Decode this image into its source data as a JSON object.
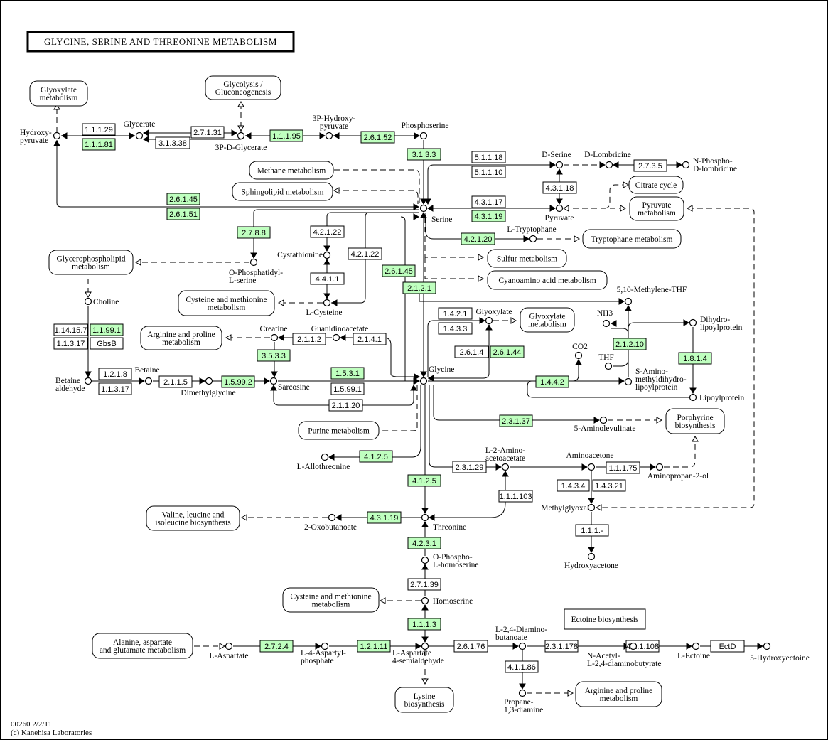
{
  "title": "GLYCINE, SERINE AND THREONINE METABOLISM",
  "colors": {
    "enzyme_found": "#bfffbf",
    "enzyme_default": "#ffffff",
    "line": "#000000"
  },
  "footer": {
    "map_id": "00260 2/2/11",
    "copyright": "(c) Kanehisa Laboratories"
  },
  "enzymes": [
    {
      "ec": "1.1.1.29",
      "found": false
    },
    {
      "ec": "1.1.1.81",
      "found": true
    },
    {
      "ec": "2.7.1.31",
      "found": false
    },
    {
      "ec": "3.1.3.38",
      "found": false
    },
    {
      "ec": "1.1.1.95",
      "found": true
    },
    {
      "ec": "2.6.1.52",
      "found": true
    },
    {
      "ec": "3.1.3.3",
      "found": true
    },
    {
      "ec": "5.1.1.18",
      "found": false
    },
    {
      "ec": "5.1.1.10",
      "found": false
    },
    {
      "ec": "4.3.1.18",
      "found": false
    },
    {
      "ec": "2.7.3.5",
      "found": false
    },
    {
      "ec": "4.3.1.17",
      "found": false
    },
    {
      "ec": "4.3.1.19",
      "found": true
    },
    {
      "ec": "2.6.1.45",
      "found": true
    },
    {
      "ec": "2.6.1.51",
      "found": true
    },
    {
      "ec": "2.7.8.8",
      "found": true
    },
    {
      "ec": "4.2.1.22",
      "found": false
    },
    {
      "ec": "4.2.1.22",
      "found": false
    },
    {
      "ec": "4.4.1.1",
      "found": false
    },
    {
      "ec": "4.2.1.20",
      "found": true
    },
    {
      "ec": "2.6.1.45",
      "found": true
    },
    {
      "ec": "2.1.2.1",
      "found": true
    },
    {
      "ec": "1.14.15.7",
      "found": false
    },
    {
      "ec": "1.1.99.1",
      "found": true
    },
    {
      "ec": "1.1.3.17",
      "found": false
    },
    {
      "ec": "GbsB",
      "found": false
    },
    {
      "ec": "2.1.1.2",
      "found": false
    },
    {
      "ec": "2.1.4.1",
      "found": false
    },
    {
      "ec": "3.5.3.3",
      "found": true
    },
    {
      "ec": "1.4.2.1",
      "found": false
    },
    {
      "ec": "1.4.3.3",
      "found": false
    },
    {
      "ec": "2.6.1.4",
      "found": false
    },
    {
      "ec": "2.6.1.44",
      "found": true
    },
    {
      "ec": "1.2.1.8",
      "found": false
    },
    {
      "ec": "1.1.3.17",
      "found": false
    },
    {
      "ec": "2.1.1.5",
      "found": false
    },
    {
      "ec": "1.5.99.2",
      "found": true
    },
    {
      "ec": "1.5.3.1",
      "found": true
    },
    {
      "ec": "1.5.99.1",
      "found": false
    },
    {
      "ec": "2.1.1.20",
      "found": false
    },
    {
      "ec": "1.4.4.2",
      "found": true
    },
    {
      "ec": "2.1.2.10",
      "found": true
    },
    {
      "ec": "1.8.1.4",
      "found": true
    },
    {
      "ec": "2.3.1.37",
      "found": true
    },
    {
      "ec": "4.1.2.5",
      "found": true
    },
    {
      "ec": "4.1.2.5",
      "found": true
    },
    {
      "ec": "2.3.1.29",
      "found": false
    },
    {
      "ec": "1.1.1.103",
      "found": false
    },
    {
      "ec": "1.1.1.75",
      "found": false
    },
    {
      "ec": "1.4.3.4",
      "found": false
    },
    {
      "ec": "1.4.3.21",
      "found": false
    },
    {
      "ec": "1.1.1.-",
      "found": false
    },
    {
      "ec": "4.3.1.19",
      "found": true
    },
    {
      "ec": "4.2.3.1",
      "found": true
    },
    {
      "ec": "2.7.1.39",
      "found": false
    },
    {
      "ec": "1.1.1.3",
      "found": true
    },
    {
      "ec": "2.7.2.4",
      "found": true
    },
    {
      "ec": "1.2.1.11",
      "found": true
    },
    {
      "ec": "2.6.1.76",
      "found": false
    },
    {
      "ec": "4.1.1.86",
      "found": false
    },
    {
      "ec": "2.3.1.178",
      "found": false
    },
    {
      "ec": "4.2.1.108",
      "found": false
    },
    {
      "ec": "EctD",
      "found": false
    }
  ],
  "compounds": [
    {
      "name": "Hydroxy-pyruvate",
      "lines": [
        "Hydroxy-",
        "pyruvate"
      ]
    },
    {
      "name": "Glycerate",
      "lines": [
        "Glycerate"
      ]
    },
    {
      "name": "3P-D-Glycerate",
      "lines": [
        "3P-D-Glycerate"
      ]
    },
    {
      "name": "3P-Hydroxy-pyruvate",
      "lines": [
        "3P-Hydroxy-",
        "pyruvate"
      ]
    },
    {
      "name": "Phosphoserine",
      "lines": [
        "Phosphoserine"
      ]
    },
    {
      "name": "D-Serine",
      "lines": [
        "D-Serine"
      ]
    },
    {
      "name": "D-Lombricine",
      "lines": [
        "D-Lombricine"
      ]
    },
    {
      "name": "N-Phospho-D-lombricine",
      "lines": [
        "N-Phospho-",
        "D-lombricine"
      ]
    },
    {
      "name": "Serine",
      "lines": [
        "Serine"
      ]
    },
    {
      "name": "Pyruvate",
      "lines": [
        "Pyruvate"
      ]
    },
    {
      "name": "L-Tryptophane",
      "lines": [
        "L-Tryptophane"
      ]
    },
    {
      "name": "O-Phosphatidyl-L-serine",
      "lines": [
        "O-Phosphatidyl-",
        "L-serine"
      ]
    },
    {
      "name": "Cystathionine",
      "lines": [
        "Cystathionine"
      ]
    },
    {
      "name": "L-Cysteine",
      "lines": [
        "L-Cysteine"
      ]
    },
    {
      "name": "Choline",
      "lines": [
        "Choline"
      ]
    },
    {
      "name": "Creatine",
      "lines": [
        "Creatine"
      ]
    },
    {
      "name": "Guanidinoacetate",
      "lines": [
        "Guanidinoacetate"
      ]
    },
    {
      "name": "Glyoxylate",
      "lines": [
        "Glyoxylate"
      ]
    },
    {
      "name": "5,10-Methylene-THF",
      "lines": [
        "5,10-Methylene-THF"
      ]
    },
    {
      "name": "NH3",
      "lines": [
        "NH3"
      ]
    },
    {
      "name": "Dihydro-lipoylprotein",
      "lines": [
        "Dihydro-",
        "lipoylprotein"
      ]
    },
    {
      "name": "CO2",
      "lines": [
        "CO2"
      ]
    },
    {
      "name": "THF",
      "lines": [
        "THF"
      ]
    },
    {
      "name": "S-Aminomethyldihydrolipoylprotein",
      "lines": [
        "S-Amino-",
        "methyldihydro-",
        "lipoylprotein"
      ]
    },
    {
      "name": "Lipoylprotein",
      "lines": [
        "Lipoylprotein"
      ]
    },
    {
      "name": "Betaine aldehyde",
      "lines": [
        "Betaine",
        "aldehyde"
      ]
    },
    {
      "name": "Betaine",
      "lines": [
        "Betaine"
      ]
    },
    {
      "name": "Dimethylglycine",
      "lines": [
        "Dimethylglycine"
      ]
    },
    {
      "name": "Sarcosine",
      "lines": [
        "Sarcosine"
      ]
    },
    {
      "name": "Glycine",
      "lines": [
        "Glycine"
      ]
    },
    {
      "name": "5-Aminolevulinate",
      "lines": [
        "5-Aminolevulinate"
      ]
    },
    {
      "name": "L-Allothreonine",
      "lines": [
        "L-Allothreonine"
      ]
    },
    {
      "name": "L-2-Amino-acetoacetate",
      "lines": [
        "L-2-Amino-",
        "acetoacetate"
      ]
    },
    {
      "name": "Aminoacetone",
      "lines": [
        "Aminoacetone"
      ]
    },
    {
      "name": "Aminopropan-2-ol",
      "lines": [
        "Aminopropan-2-ol"
      ]
    },
    {
      "name": "Methylglyoxal",
      "lines": [
        "Methylglyoxal"
      ]
    },
    {
      "name": "Hydroxyacetone",
      "lines": [
        "Hydroxyacetone"
      ]
    },
    {
      "name": "2-Oxobutanoate",
      "lines": [
        "2-Oxobutanoate"
      ]
    },
    {
      "name": "Threonine",
      "lines": [
        "Threonine"
      ]
    },
    {
      "name": "O-Phospho-L-homoserine",
      "lines": [
        "O-Phospho-",
        "L-homoserine"
      ]
    },
    {
      "name": "Homoserine",
      "lines": [
        "Homoserine"
      ]
    },
    {
      "name": "L-Aspartate",
      "lines": [
        "L-Aspartate"
      ]
    },
    {
      "name": "L-4-Aspartyl-phosphate",
      "lines": [
        "L-4-Aspartyl-",
        "phosphate"
      ]
    },
    {
      "name": "L-Aspartate 4-semialdehyde",
      "lines": [
        "L-Aspartate",
        "4-semialdehyde"
      ]
    },
    {
      "name": "L-2,4-Diamino-butanoate",
      "lines": [
        "L-2,4-Diamino-",
        "butanoate"
      ]
    },
    {
      "name": "N-Acetyl-L-2,4-diaminobutyrate",
      "lines": [
        "N-Acetyl-",
        "L-2,4-diaminobutyrate"
      ]
    },
    {
      "name": "L-Ectoine",
      "lines": [
        "L-Ectoine"
      ]
    },
    {
      "name": "5-Hydroxyectoine",
      "lines": [
        "5-Hydroxyectoine"
      ]
    },
    {
      "name": "Propane-1,3-diamine",
      "lines": [
        "Propane-",
        "1,3-diamine"
      ]
    }
  ],
  "pathway_maps": [
    {
      "name": "Glyoxylate metabolism",
      "lines": [
        "Glyoxylate",
        "metabolism"
      ]
    },
    {
      "name": "Glycolysis / Gluconeogenesis",
      "lines": [
        "Glycolysis /",
        "Gluconeogenesis"
      ]
    },
    {
      "name": "Methane metabolism",
      "lines": [
        "Methane metabolism"
      ]
    },
    {
      "name": "Sphingolipid metabolism",
      "lines": [
        "Sphingolipid metabolism"
      ]
    },
    {
      "name": "Citrate cycle",
      "lines": [
        "Citrate cycle"
      ]
    },
    {
      "name": "Pyruvate metabolism",
      "lines": [
        "Pyruvate",
        "metabolism"
      ]
    },
    {
      "name": "Tryptophane metabolism",
      "lines": [
        "Tryptophane metabolism"
      ]
    },
    {
      "name": "Glycerophospholipid metabolism",
      "lines": [
        "Glycerophospholipid",
        "metabolism"
      ]
    },
    {
      "name": "Sulfur metabolism",
      "lines": [
        "Sulfur metabolism"
      ]
    },
    {
      "name": "Cyanoamino acid metabolism",
      "lines": [
        "Cyanoamino acid metabolism"
      ]
    },
    {
      "name": "Cysteine and methionine metabolism",
      "lines": [
        "Cysteine and methionine",
        "metabolism"
      ]
    },
    {
      "name": "Arginine and proline metabolism",
      "lines": [
        "Arginine and proline",
        "metabolism"
      ]
    },
    {
      "name": "Glyoxylate metabolism",
      "lines": [
        "Glyoxylate",
        "metabolism"
      ]
    },
    {
      "name": "Porphyrine biosynthesis",
      "lines": [
        "Porphyrine",
        "biosynthesis"
      ]
    },
    {
      "name": "Purine metabolism",
      "lines": [
        "Purine metabolism"
      ]
    },
    {
      "name": "Valine, leucine and isoleucine biosynthesis",
      "lines": [
        "Valine, leucine and",
        "isoleucine biosynthesis"
      ]
    },
    {
      "name": "Cysteine and methionine metabolism",
      "lines": [
        "Cysteine and methionine",
        "metabolism"
      ]
    },
    {
      "name": "Alanine, aspartate and glutamate metabolism",
      "lines": [
        "Alanine, aspartate",
        "and glutamate metabolism"
      ]
    },
    {
      "name": "Lysine biosynthesis",
      "lines": [
        "Lysine",
        "biosynthesis"
      ]
    },
    {
      "name": "Arginine and proline metabolism",
      "lines": [
        "Arginine and proline",
        "metabolism"
      ]
    }
  ],
  "section_labels": [
    {
      "name": "Ectoine biosynthesis",
      "text": "Ectoine biosynthesis"
    }
  ]
}
